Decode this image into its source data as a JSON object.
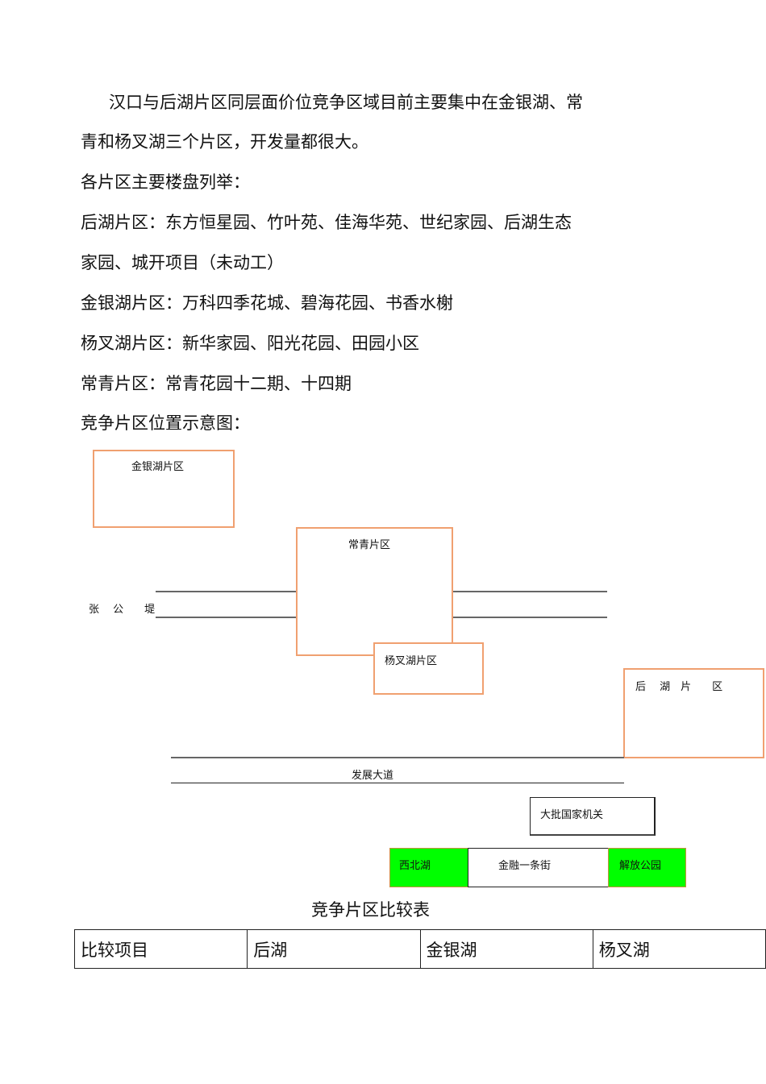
{
  "paragraphs": [
    "汉口与后湖片区同层面价位竞争区域目前主要集中在金银湖、常",
    "青和杨叉湖三个片区，开发量都很大。",
    "各片区主要楼盘列举：",
    "后湖片区：东方恒星园、竹叶苑、佳海华苑、世纪家园、后湖生态",
    "家园、城开项目（未动工）",
    "金银湖片区：万科四季花城、碧海花园、书香水榭",
    "杨叉湖片区：新华家园、阳光花园、田园小区",
    "常青片区：常青花园十二期、十四期",
    "竞争片区位置示意图："
  ],
  "diagram": {
    "jinyinhu": "金银湖片区",
    "changqing": "常青片区",
    "yangchahu": "杨叉湖片区",
    "houhu": "后　 湖　片　　区",
    "zhanggongdi": "张　 公　　堤",
    "fazhan": "发展大道",
    "jiguan": "大批国家机关",
    "xibeihu": "西北湖",
    "jinrong": "金融一条街",
    "jiefang": "解放公园",
    "colors": {
      "zone_border": "#f0a070",
      "green": "#00ff00"
    }
  },
  "table": {
    "title": "竞争片区比较表",
    "headers": [
      "比较项目",
      "后湖",
      "金银湖",
      "杨叉湖"
    ]
  }
}
